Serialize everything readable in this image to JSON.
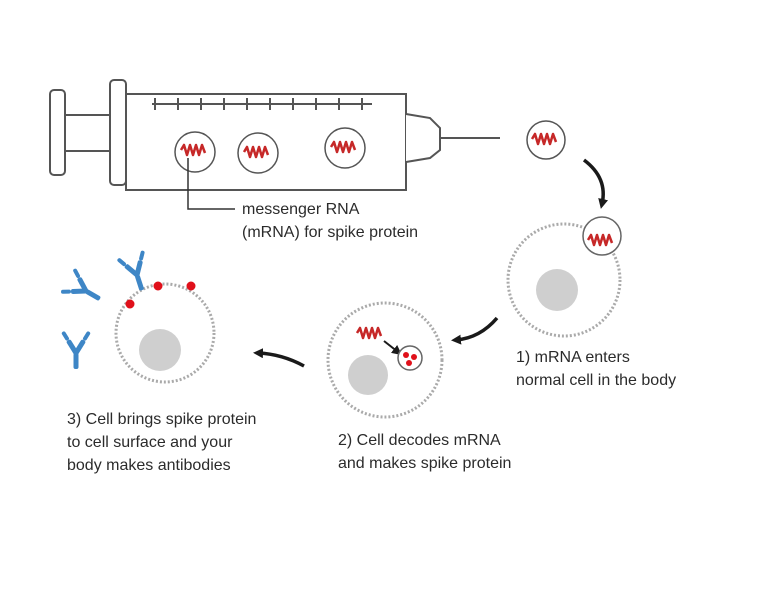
{
  "labels": {
    "mrna_line1": "messenger RNA",
    "mrna_line2": "(mRNA) for spike protein",
    "step1_line1": "1) mRNA enters",
    "step1_line2": "normal cell in the body",
    "step2_line1": "2) Cell decodes mRNA",
    "step2_line2": "and makes spike protein",
    "step3_line1": "3) Cell brings spike protein",
    "step3_line2": "to cell surface and your",
    "step3_line3": "body makes antibodies"
  },
  "colors": {
    "outline": "#555555",
    "mrna": "#c62828",
    "spike": "#e0101a",
    "nucleus": "#cfcfcf",
    "membrane": "#aaaaaa",
    "antibody": "#3e86c6",
    "arrow": "#1a1a1a"
  },
  "icons": {
    "syringe": "syringe-icon",
    "mrna": "mrna-strand-icon",
    "antibody": "antibody-icon",
    "arrow": "curved-arrow-icon"
  }
}
